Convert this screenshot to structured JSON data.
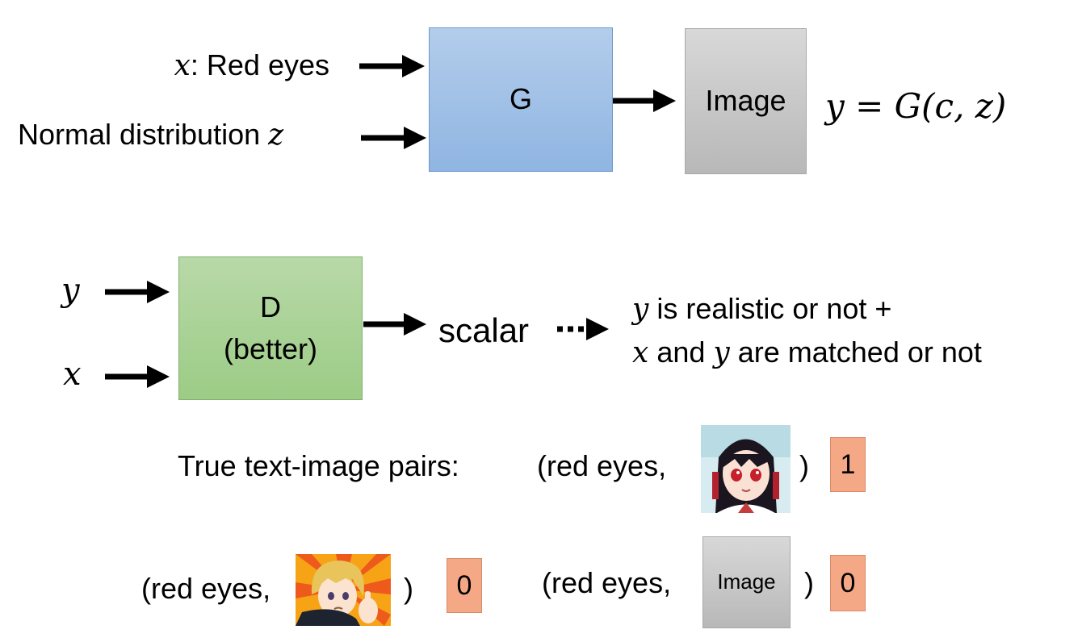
{
  "generator": {
    "input_x_var": "x",
    "input_x_label": ": Red eyes",
    "input_z_label": "Normal distribution ",
    "input_z_var": "z",
    "box_label": "G",
    "output_label": "Image",
    "formula": "y = G(c, z)",
    "colors": {
      "box_fill": "#9dbfe6",
      "output_fill": "#c8c8c8"
    }
  },
  "discriminator": {
    "input_y_var": "y",
    "input_x_var": "x",
    "box_label_line1": "D",
    "box_label_line2": "(better)",
    "output_label": "scalar",
    "result_line1_var": "y",
    "result_line1_text": " is realistic or not +",
    "result_line2_var1": "x",
    "result_line2_mid": " and ",
    "result_line2_var2": "y",
    "result_line2_text": " are matched or not",
    "colors": {
      "box_fill": "#a9d18e",
      "score_fill": "#f4a886"
    }
  },
  "examples": {
    "true_pairs_label": "True text-image pairs:",
    "pair1": {
      "open": "(red eyes,",
      "close": ")",
      "score": "1",
      "image_icon": "anime-girl-red-eyes"
    },
    "pair2": {
      "open": "(red eyes,",
      "close": ")",
      "score": "0",
      "image_icon": "anime-boy-surprised"
    },
    "pair3": {
      "open": "(red eyes,",
      "close": ")",
      "score": "0",
      "image_label": "Image"
    }
  }
}
